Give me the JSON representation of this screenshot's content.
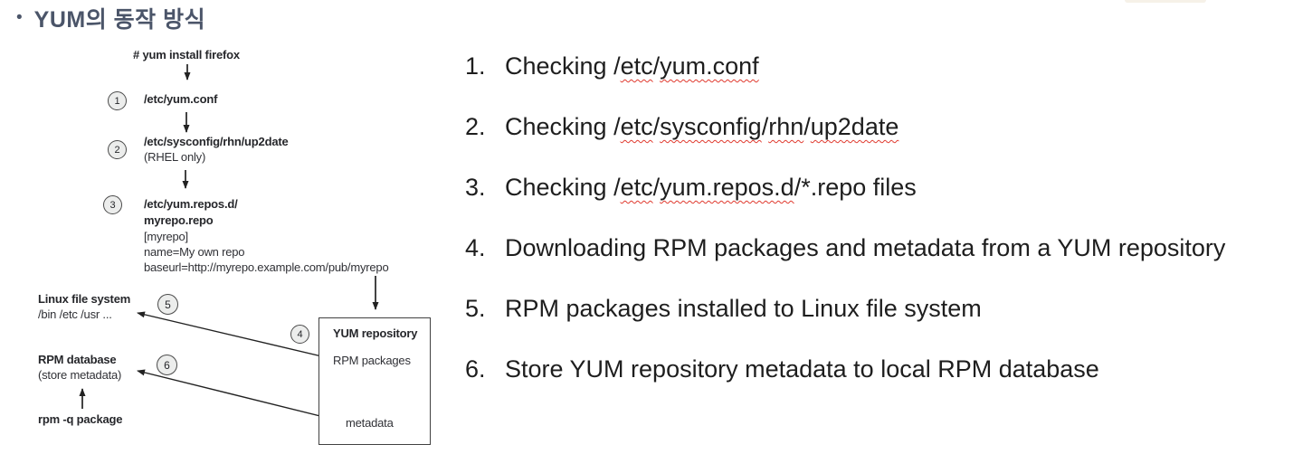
{
  "title": {
    "bullet": "•",
    "text": "YUM의 동작 방식"
  },
  "colors": {
    "title_text": "#4b5569",
    "list_text": "#1e1e1e",
    "diagram_ink": "#26272b",
    "spellcheck_underline": "#e0392e",
    "circle_fill": "#ecedec",
    "circle_border": "#4b4b4b"
  },
  "diagram": {
    "command": "# yum install firefox",
    "step1": {
      "num": "1",
      "label": "/etc/yum.conf"
    },
    "step2": {
      "num": "2",
      "label": "/etc/sysconfig/rhn/up2date",
      "note": "(RHEL only)"
    },
    "step3": {
      "num": "3",
      "path_line1": "/etc/yum.repos.d/",
      "path_line2": "myrepo.repo",
      "config": [
        "[myrepo]",
        "name=My own repo",
        "baseurl=http://myrepo.example.com/pub/myrepo"
      ]
    },
    "repo_box": {
      "num": "4",
      "title": "YUM repository",
      "item1": "RPM packages",
      "item2": "metadata"
    },
    "linux_fs": {
      "num": "5",
      "title": "Linux file system",
      "subtitle": "/bin /etc /usr ..."
    },
    "rpm_db": {
      "num": "6",
      "title": "RPM database",
      "subtitle": "(store metadata)",
      "command": "rpm -q package"
    }
  },
  "steps": [
    {
      "num": "1.",
      "segments": [
        {
          "t": "Checking /"
        },
        {
          "t": "etc",
          "m": true
        },
        {
          "t": "/"
        },
        {
          "t": "yum.conf",
          "m": true
        }
      ]
    },
    {
      "num": "2.",
      "segments": [
        {
          "t": "Checking /"
        },
        {
          "t": "etc",
          "m": true
        },
        {
          "t": "/"
        },
        {
          "t": "sysconfig",
          "m": true
        },
        {
          "t": "/"
        },
        {
          "t": "rhn",
          "m": true
        },
        {
          "t": "/"
        },
        {
          "t": "up2date",
          "m": true
        }
      ]
    },
    {
      "num": "3.",
      "segments": [
        {
          "t": "Checking /"
        },
        {
          "t": "etc",
          "m": true
        },
        {
          "t": "/"
        },
        {
          "t": "yum.repos.d",
          "m": true
        },
        {
          "t": "/*.repo files"
        }
      ]
    },
    {
      "num": "4.",
      "segments": [
        {
          "t": "Downloading RPM packages and metadata from a YUM repository"
        }
      ]
    },
    {
      "num": "5.",
      "segments": [
        {
          "t": "RPM packages installed to Linux file system"
        }
      ]
    },
    {
      "num": "6.",
      "segments": [
        {
          "t": "Store YUM repository metadata to local RPM database"
        }
      ]
    }
  ]
}
